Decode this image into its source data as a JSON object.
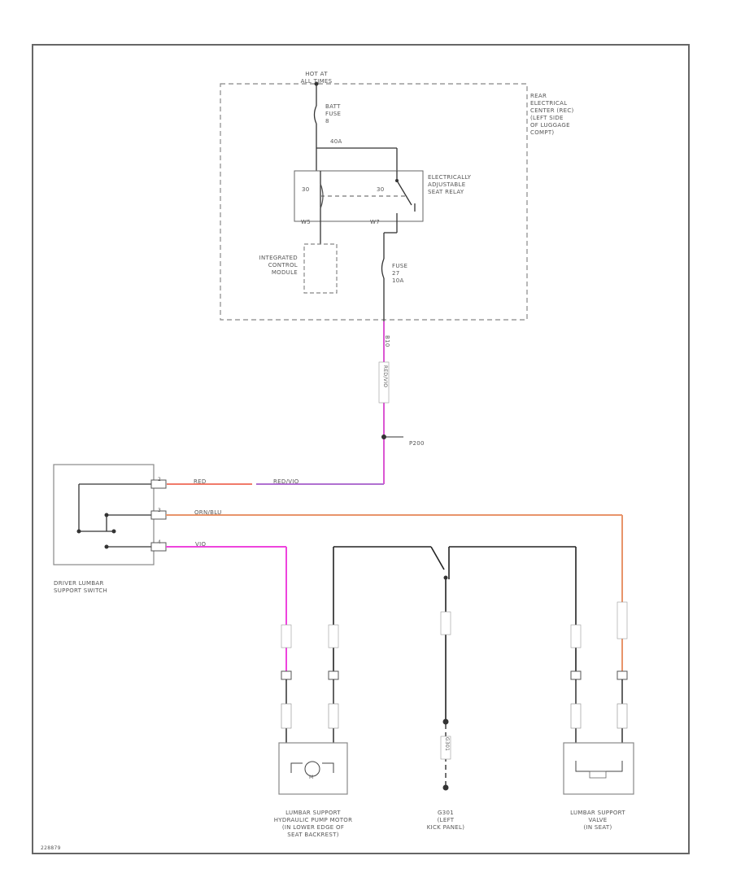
{
  "colors": {
    "border": "#555555",
    "wire_black": "#222222",
    "wire_red": "#f08070",
    "wire_pink": "#ee44dd",
    "wire_orange": "#e89a6a",
    "wire_red_violet": "#c060c0"
  },
  "power": {
    "hot_at": "HOT AT",
    "all_times": "ALL TIMES",
    "batt_fuse": "BATT\nFUSE\n8",
    "fuse_amps": "40A"
  },
  "rear_center": "REAR\nELECTRICAL\nCENTER (REC)\n(LEFT SIDE\nOF LUGGAGE\nCOMPT)",
  "relay": {
    "label": "ELECTRICALLY\nADJUSTABLE\nSEAT RELAY",
    "pin_left_top": "30",
    "pin_right_top": "30",
    "pin_left_bottom": "W5",
    "pin_right_bottom": "W7"
  },
  "icm": "INTEGRATED\nCONTROL\nMODULE",
  "fuse27": "FUSE\n27\n10A",
  "connector_bottom": "B10",
  "splice": "P200",
  "wires": {
    "red": "RED",
    "red_vio": "RED/VIO",
    "red_vio_vertical": "RED/VIO",
    "orn_blu": "ORN/BLU",
    "vio": "VIO"
  },
  "switch": {
    "label": "DRIVER LUMBAR\nSUPPORT SWITCH",
    "pin1": "2",
    "pin2": "3",
    "pin3": "4"
  },
  "motor": {
    "label": "LUMBAR SUPPORT\nHYDRAULIC PUMP MOTOR\n(IN LOWER EDGE OF\nSEAT BACKREST)",
    "symbol": "M"
  },
  "ground": {
    "label": "G301\n(LEFT\nKICK PANEL)",
    "id": "G301"
  },
  "valve": {
    "label": "LUMBAR SUPPORT\nVALVE\n(IN SEAT)"
  },
  "footer_code": "228879"
}
